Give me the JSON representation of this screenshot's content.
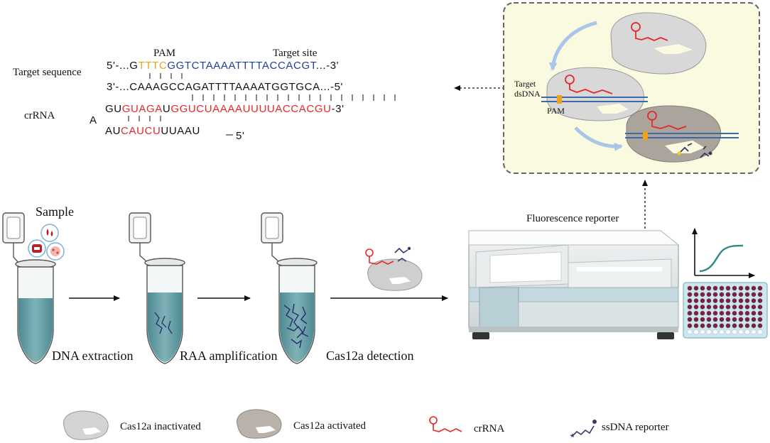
{
  "sequence": {
    "pam_label": "PAM",
    "target_site_label": "Target site",
    "target_sequence_label": "Target sequence",
    "crrna_label": "crRNA",
    "top_prefix": "5'-...G",
    "top_pam": "TTTC",
    "top_target": "GGTCTAAAATTTTACCACGT",
    "top_suffix": "...-3'",
    "bottom_prefix": "3'-...C",
    "bottom_seq": "AAAGCCAGATTTTAAAATGGTGCA",
    "bottom_suffix": "...-5'",
    "cr_row1_a": "GU",
    "cr_row1_red1": "GUAGA",
    "cr_row1_b": "U",
    "cr_row1_red2": "GGUCUAAAAUUUUACCACGU",
    "cr_row1_suffix": "-3'",
    "cr_loop": "A",
    "cr_row2_a": "AU",
    "cr_row2_red": "CAUCU",
    "cr_row2_b": "UUAAU",
    "cr_row2_suffix": "5'"
  },
  "inset": {
    "target_label": "Target",
    "dsdna_label": "dsDNA",
    "pam_label": "PAM"
  },
  "workflow": {
    "sample_label": "Sample",
    "step1": "DNA extraction",
    "step2": "RAA amplification",
    "step3": "Cas12a detection",
    "reporter_label": "Fluorescence reporter"
  },
  "legend": {
    "inactivated": "Cas12a inactivated",
    "activated": "Cas12a activated",
    "crrna": "crRNA",
    "ssdna": "ssDNA reporter"
  },
  "colors": {
    "pam": "#f0a21c",
    "target": "#1f3f99",
    "crrna": "#e8272a",
    "liquid": "#5e949b",
    "inset_bg": "#fafae0",
    "curve": "#2e8a8a",
    "well": "#7a1f3c"
  }
}
